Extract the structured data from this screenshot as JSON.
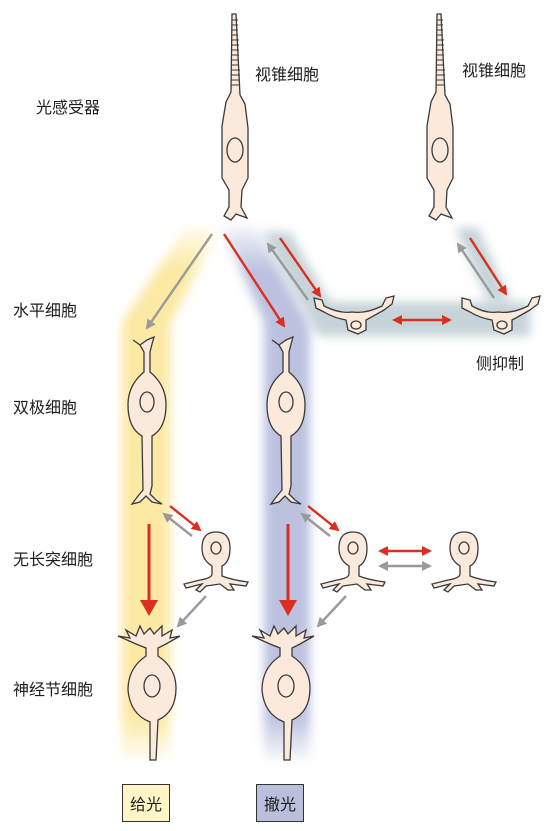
{
  "row_labels": {
    "photoreceptor": "光感受器",
    "horizontal": "水平细胞",
    "bipolar": "双极细胞",
    "amacrine": "无长突细胞",
    "ganglion": "神经节细胞"
  },
  "cone_labels": [
    "视锥细胞",
    "视锥细胞"
  ],
  "lateral_inhibition_label": "侧抑制",
  "pathways": [
    {
      "name": "给光",
      "color": "#fff5c6"
    },
    {
      "name": "撤光",
      "color": "#b9bfdc"
    }
  ],
  "colors": {
    "cell_fill": "#fbe9dc",
    "cell_stroke": "#3a3a3a",
    "on_band": "#fbe79a",
    "off_band": "#b5bbdc",
    "lateral_band": "#b8c8cf",
    "excitatory_arrow": "#d9301f",
    "inhibitory_arrow": "#9a9a9a"
  }
}
